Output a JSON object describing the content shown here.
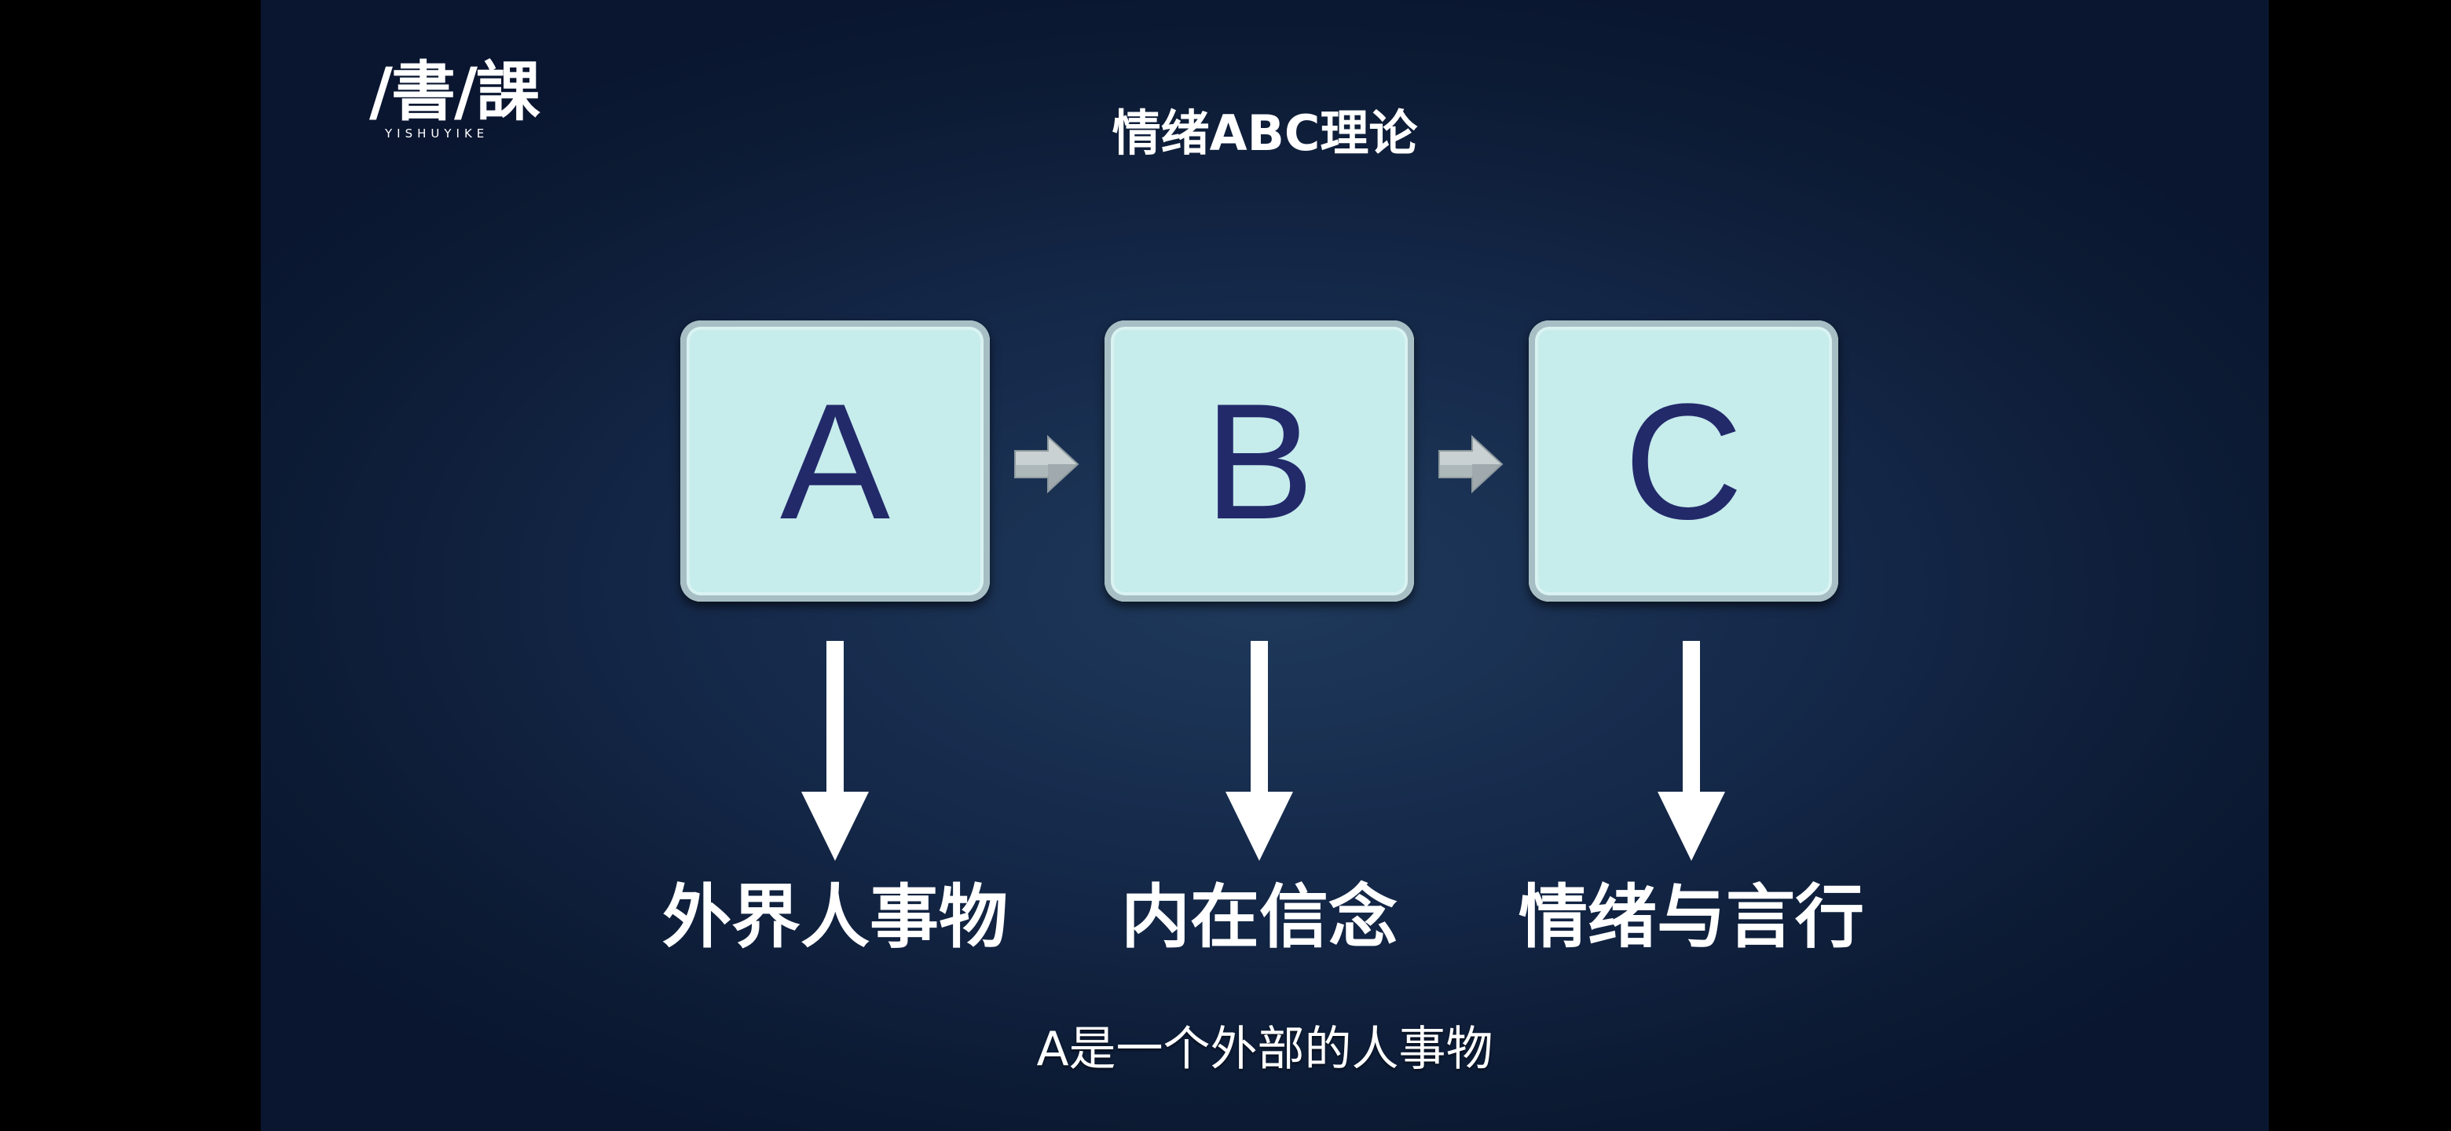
{
  "logo": {
    "mark": "/書/課",
    "sub": "YISHUYIKE"
  },
  "slide": {
    "title": "情绪ABC理论",
    "boxes": [
      {
        "letter": "A",
        "label": "外界人事物"
      },
      {
        "letter": "B",
        "label": "内在信念"
      },
      {
        "letter": "C",
        "label": "情绪与言行"
      }
    ]
  },
  "subtitle": "A是一个外部的人事物",
  "colors": {
    "background": "#0c1a33",
    "box_fill": "#c6ecec",
    "letter": "#222a6a",
    "text": "#ffffff"
  },
  "icons": [
    "right-arrow-icon",
    "down-arrow-icon"
  ]
}
